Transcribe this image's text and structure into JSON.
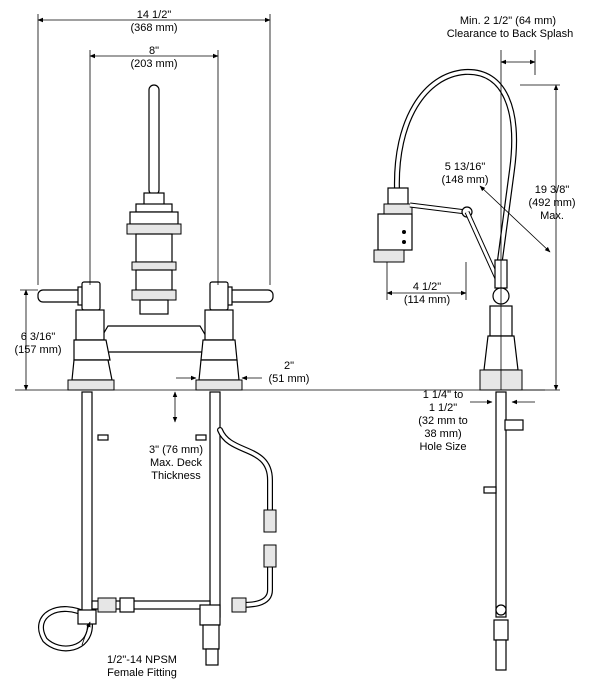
{
  "dimensions": {
    "overall_width": {
      "imperial": "14 1/2\"",
      "metric": "(368 mm)"
    },
    "center_spacing": {
      "imperial": "8\"",
      "metric": "(203 mm)"
    },
    "back_splash": {
      "line1": "Min. 2 1/2\" (64 mm)",
      "line2": "Clearance to Back Splash"
    },
    "spout_reach": {
      "imperial": "5 13/16\"",
      "metric": "(148 mm)"
    },
    "spout_height": {
      "imperial": "19 3/8\"",
      "metric": "(492 mm)",
      "note": "Max."
    },
    "handle_reach": {
      "imperial": "4 1/2\"",
      "metric": "(114 mm)"
    },
    "handle_height": {
      "imperial": "6 3/16\"",
      "metric": "(157 mm)"
    },
    "base_diameter": {
      "imperial": "2\"",
      "metric": "(51 mm)"
    },
    "deck_thickness": {
      "line1": "3\" (76 mm)",
      "line2": "Max. Deck",
      "line3": "Thickness"
    },
    "hole_size": {
      "line1": "1 1/4\" to",
      "line2": "1 1/2\"",
      "line3": "(32 mm to",
      "line4": "38 mm)",
      "line5": "Hole Size"
    },
    "fitting": {
      "line1": "1/2\"-14 NPSM",
      "line2": "Female Fitting"
    }
  }
}
